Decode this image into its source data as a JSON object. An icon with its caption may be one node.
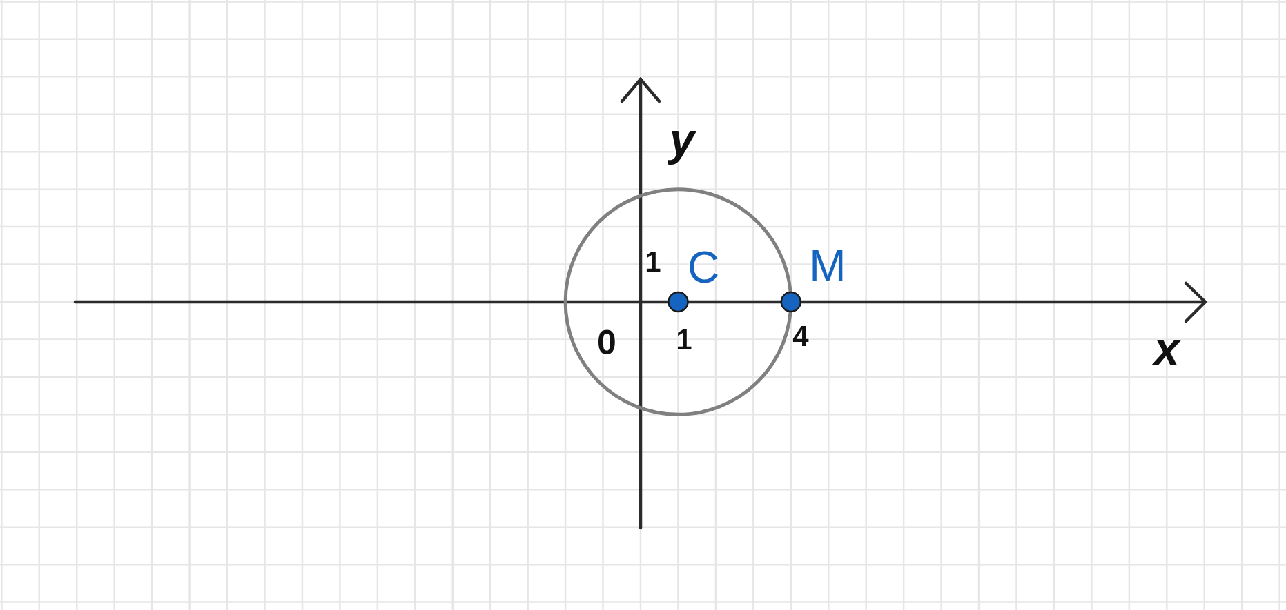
{
  "diagram": {
    "labels": [
      "y",
      "1",
      "C",
      "M",
      "0",
      "1",
      "4",
      "x"
    ]
  }
}
